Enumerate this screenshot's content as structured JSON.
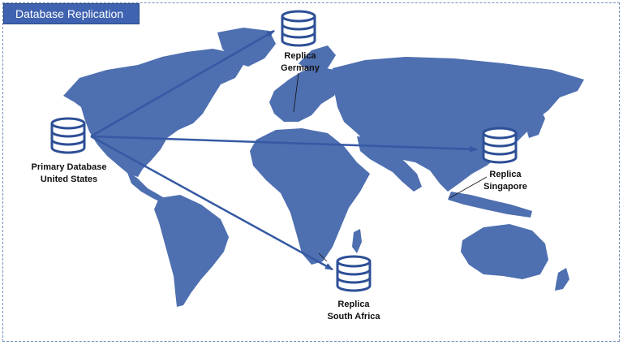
{
  "title": "Database Replication",
  "colors": {
    "map": "#4e6fb0",
    "arrow": "#3559a3",
    "badge": "#3f63b0",
    "frame": "#6f8fb8"
  },
  "nodes": {
    "primary": {
      "line1": "Primary Database",
      "line2": "United States",
      "icon": "database-icon"
    },
    "germany": {
      "line1": "Replica",
      "line2": "Germany",
      "icon": "database-icon"
    },
    "singapore": {
      "line1": "Replica",
      "line2": "Singapore",
      "icon": "database-icon"
    },
    "south_africa": {
      "line1": "Replica",
      "line2": "South Africa",
      "icon": "database-icon"
    }
  }
}
